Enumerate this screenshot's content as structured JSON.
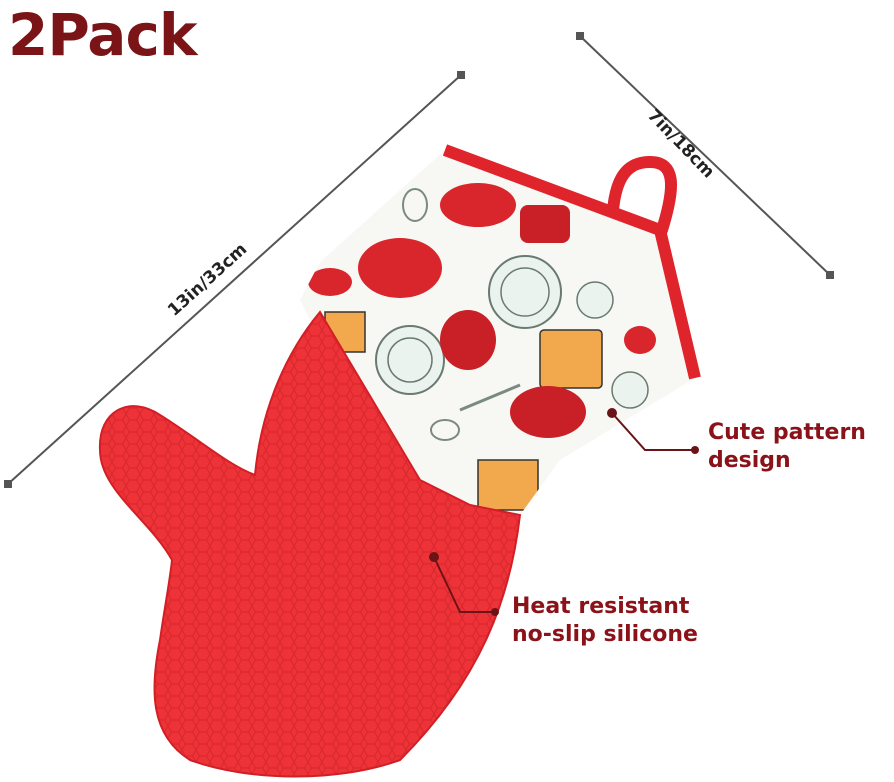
{
  "title": "2Pack",
  "dimensions": {
    "length_label": "13in/33cm",
    "width_label": "7in/18cm"
  },
  "callouts": {
    "pattern": {
      "line1": "Cute pattern",
      "line2": "design"
    },
    "silicone": {
      "line1": "Heat resistant",
      "line2": "no-slip silicone"
    }
  },
  "colors": {
    "title": "#7a1416",
    "callout_text": "#8a1218",
    "silicone": "#ee3338",
    "trim": "#e0242c",
    "fabric": "#f7f7f4",
    "dimension_line": "#555555"
  },
  "icons": [
    "oven-mitt-image",
    "hanging-loop-icon",
    "dimension-arrow-icon"
  ]
}
